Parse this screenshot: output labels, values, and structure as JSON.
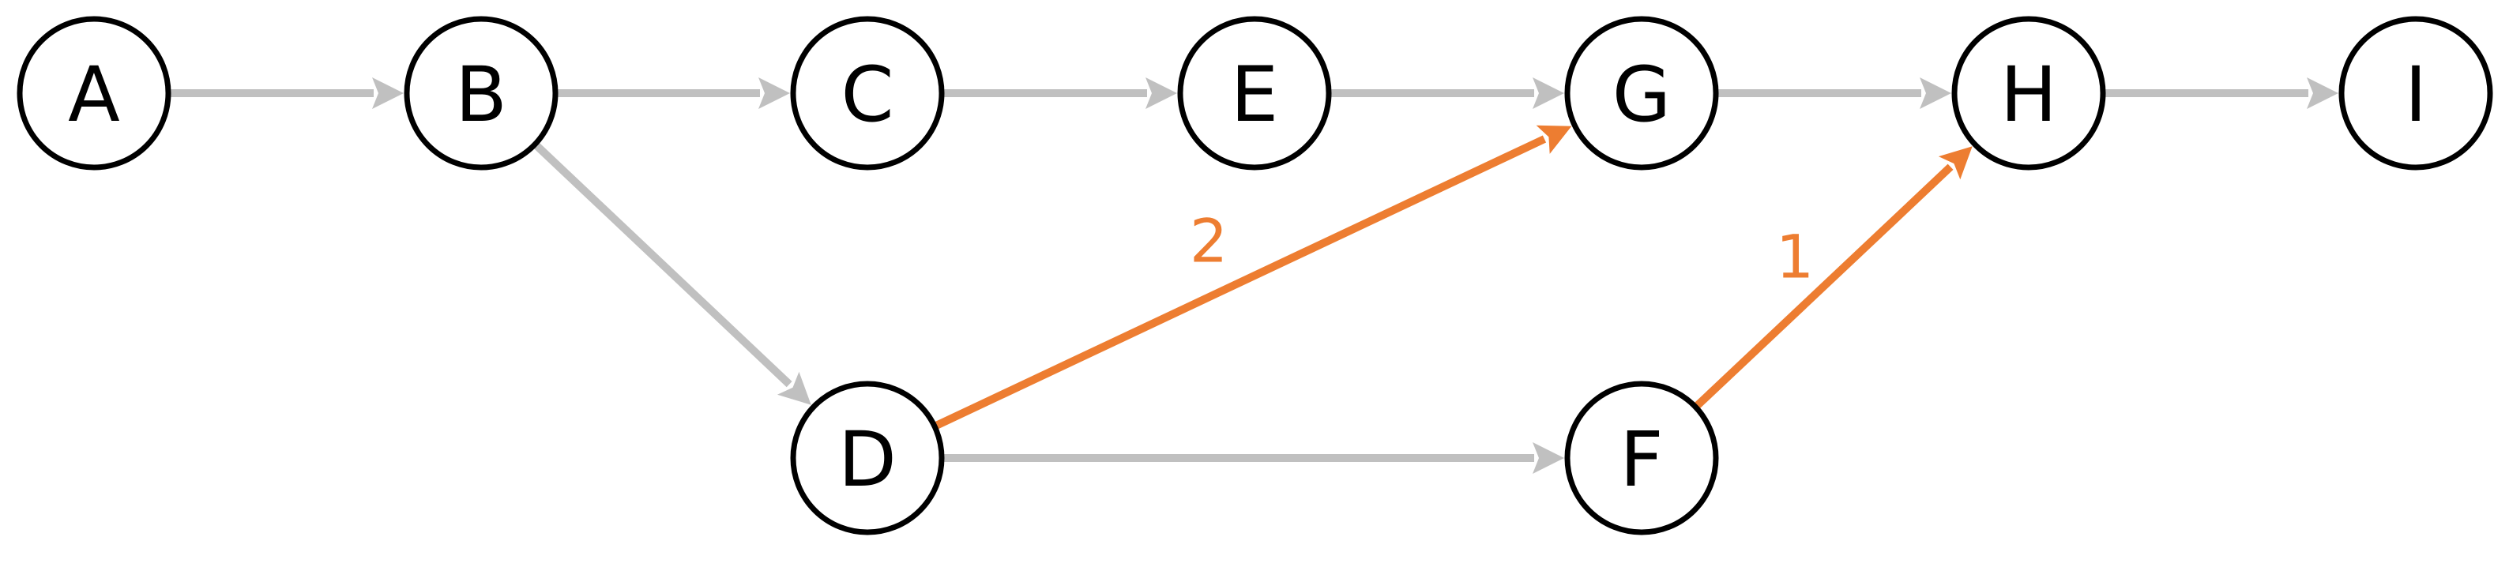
{
  "colors": {
    "default_edge": "#c0c0c0",
    "highlight_edge": "#ed7d31",
    "node_stroke": "#000000",
    "node_fill": "#ffffff"
  },
  "nodes": [
    {
      "id": "A",
      "label": "A"
    },
    {
      "id": "B",
      "label": "B"
    },
    {
      "id": "C",
      "label": "C"
    },
    {
      "id": "D",
      "label": "D"
    },
    {
      "id": "E",
      "label": "E"
    },
    {
      "id": "F",
      "label": "F"
    },
    {
      "id": "G",
      "label": "G"
    },
    {
      "id": "H",
      "label": "H"
    },
    {
      "id": "I",
      "label": "I"
    }
  ],
  "edges": [
    {
      "from": "A",
      "to": "B",
      "highlight": false,
      "label": ""
    },
    {
      "from": "B",
      "to": "C",
      "highlight": false,
      "label": ""
    },
    {
      "from": "C",
      "to": "E",
      "highlight": false,
      "label": ""
    },
    {
      "from": "E",
      "to": "G",
      "highlight": false,
      "label": ""
    },
    {
      "from": "G",
      "to": "H",
      "highlight": false,
      "label": ""
    },
    {
      "from": "H",
      "to": "I",
      "highlight": false,
      "label": ""
    },
    {
      "from": "B",
      "to": "D",
      "highlight": false,
      "label": ""
    },
    {
      "from": "D",
      "to": "F",
      "highlight": false,
      "label": ""
    },
    {
      "from": "D",
      "to": "G",
      "highlight": true,
      "label": "2"
    },
    {
      "from": "F",
      "to": "H",
      "highlight": true,
      "label": "1"
    }
  ]
}
